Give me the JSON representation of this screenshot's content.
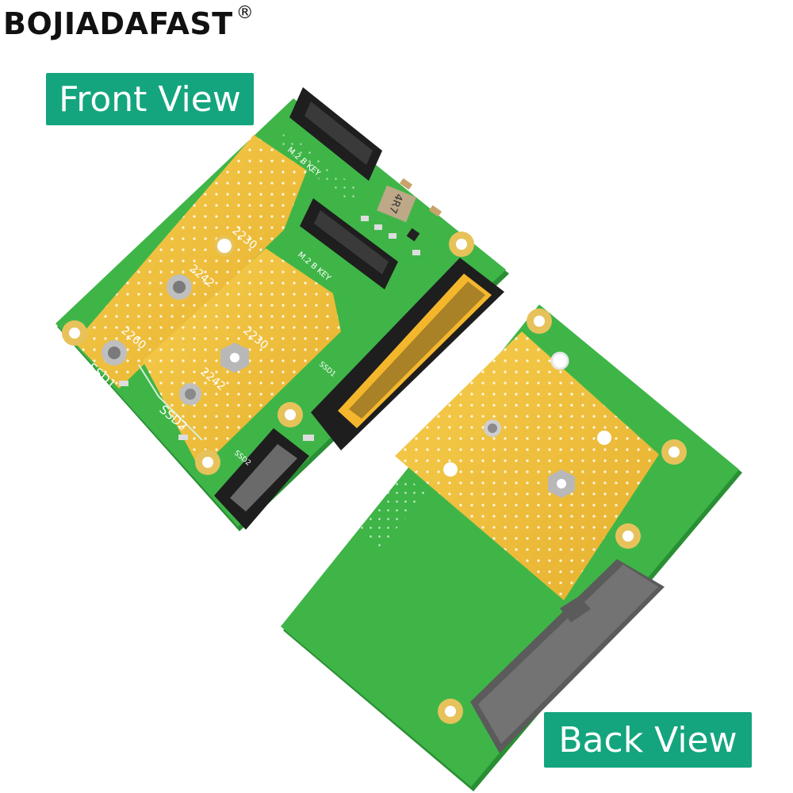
{
  "brand": {
    "name": "BOJIADAFAST",
    "mark": "®"
  },
  "labels": {
    "front": "Front View",
    "back": "Back View"
  },
  "front_board": {
    "silkscreen": {
      "ssd1": "SSD1",
      "ssd2": "SSD2",
      "size_2230": "2230",
      "size_2242": "2242",
      "size_2260": "2260",
      "key_label": "M.2 B KEY",
      "inductor": "4R7",
      "connector_ssd1": "SSD1",
      "connector_ssd2": "SSD2"
    }
  },
  "colors": {
    "pcb_green": "#3fb548",
    "pcb_edge": "#2a8f34",
    "gold_pad": "#f0be3a",
    "label_bg": "#14a57e",
    "connector_black": "#1e1e1e"
  }
}
